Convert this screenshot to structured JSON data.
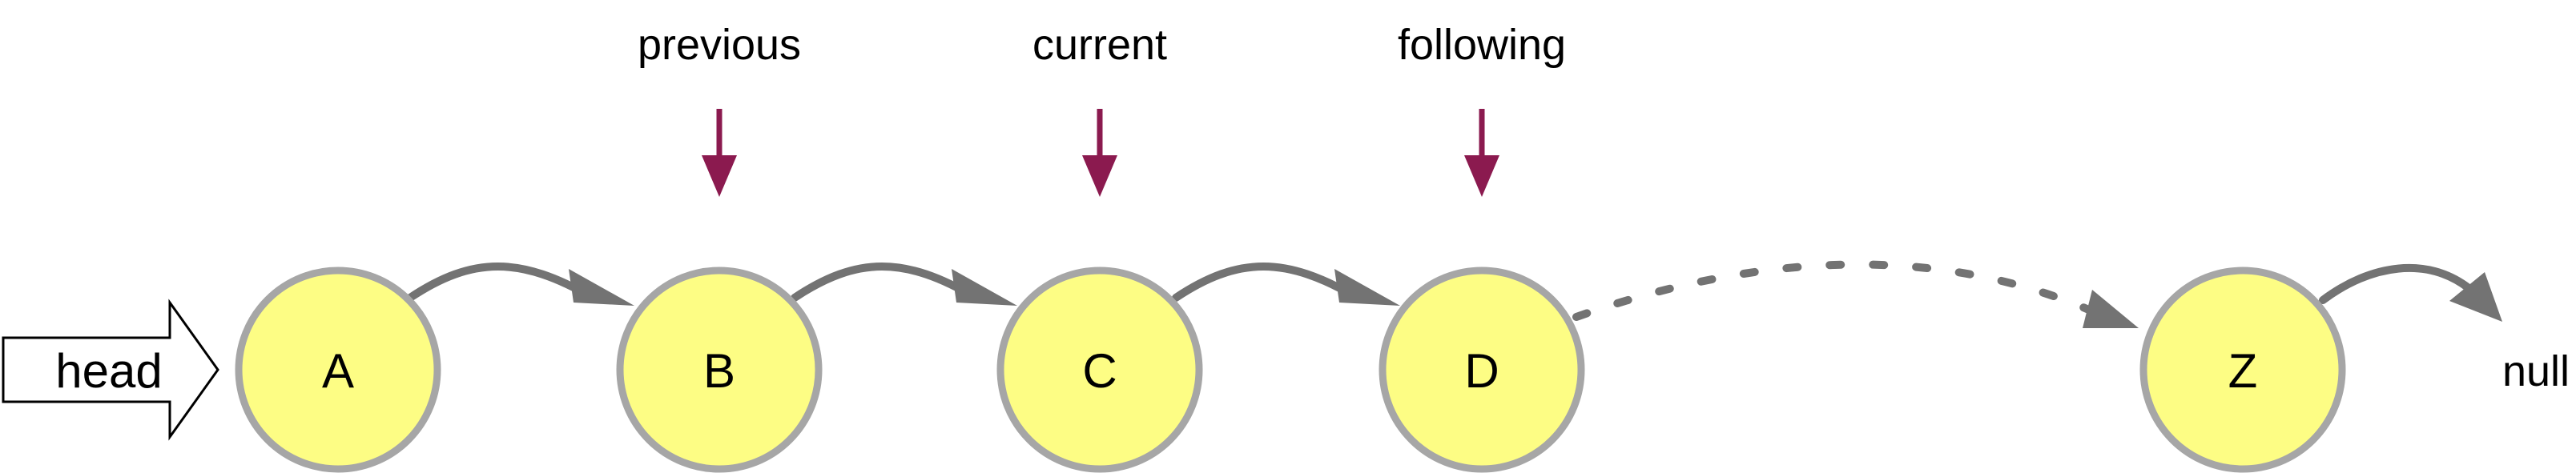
{
  "head_label": "head",
  "null_label": "null",
  "nodes": [
    {
      "id": "A",
      "label": "A"
    },
    {
      "id": "B",
      "label": "B"
    },
    {
      "id": "C",
      "label": "C"
    },
    {
      "id": "D",
      "label": "D"
    },
    {
      "id": "Z",
      "label": "Z"
    }
  ],
  "pointers": [
    {
      "label": "previous",
      "target": "B"
    },
    {
      "label": "current",
      "target": "C"
    },
    {
      "label": "following",
      "target": "D"
    }
  ],
  "links": [
    {
      "from": "A",
      "to": "B",
      "style": "solid"
    },
    {
      "from": "B",
      "to": "C",
      "style": "solid"
    },
    {
      "from": "C",
      "to": "D",
      "style": "solid"
    },
    {
      "from": "D",
      "to": "Z",
      "style": "dotted"
    },
    {
      "from": "Z",
      "to": "null",
      "style": "solid"
    }
  ],
  "colors": {
    "node_fill": "#FDFD84",
    "node_stroke": "#A6A6A6",
    "link": "#737373",
    "pointer": "#8B1A4F"
  }
}
